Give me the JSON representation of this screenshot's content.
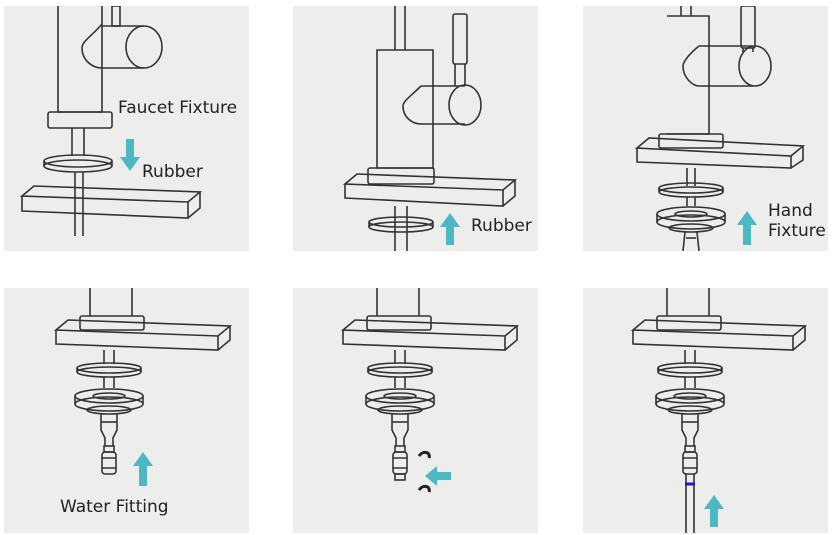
{
  "steps": [
    {
      "labels": [
        "Faucet Fixture",
        "Rubber"
      ]
    },
    {
      "labels": [
        "Rubber"
      ]
    },
    {
      "labels": [
        "Hand",
        "Fixture"
      ]
    },
    {
      "labels": [
        "Water Fitting"
      ]
    },
    {
      "labels": []
    },
    {
      "labels": []
    }
  ],
  "colors": {
    "panel_bg": "#ededeb",
    "line": "#333333",
    "arrow": "#4db8c4",
    "ring": "#1e1eb4"
  },
  "icons": [
    "down-arrow-icon",
    "up-arrow-icon",
    "left-arrow-icon",
    "clip-icon"
  ]
}
